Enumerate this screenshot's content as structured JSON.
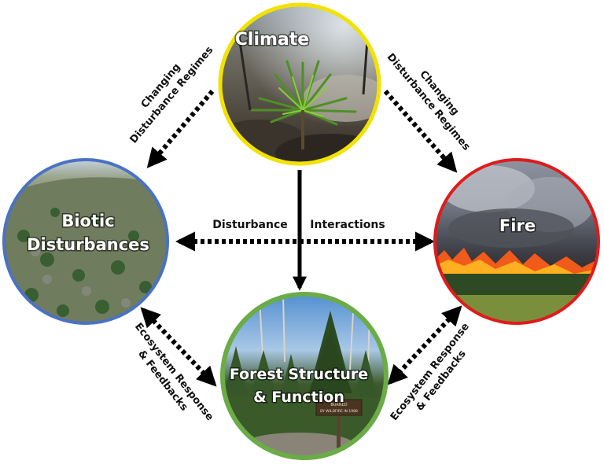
{
  "nodes": {
    "climate": {
      "line1": "Climate",
      "ring_color": "#f2e200"
    },
    "biotic": {
      "line1": "Biotic",
      "line2": "Disturbances",
      "ring_color": "#4a72c4"
    },
    "fire": {
      "line1": "Fire",
      "ring_color": "#e01b1b"
    },
    "forest": {
      "line1": "Forest Structure",
      "line2": "& Function",
      "ring_color": "#6aac46"
    }
  },
  "edges": {
    "changing_left": {
      "line1": "Changing",
      "line2": "Disturbance Regimes"
    },
    "changing_right": {
      "line1": "Changing",
      "line2": "Disturbance Regimes"
    },
    "interactions_left": "Disturbance",
    "interactions_right": "Interactions",
    "response_left": {
      "line1": "Ecosystem Response",
      "line2": "& Feedbacks"
    },
    "response_right": {
      "line1": "Ecosystem Response",
      "line2": "& Feedbacks"
    }
  },
  "forest_sign": {
    "line1": "BURNED",
    "line2": "BY WILDFIRE IN 1988"
  }
}
